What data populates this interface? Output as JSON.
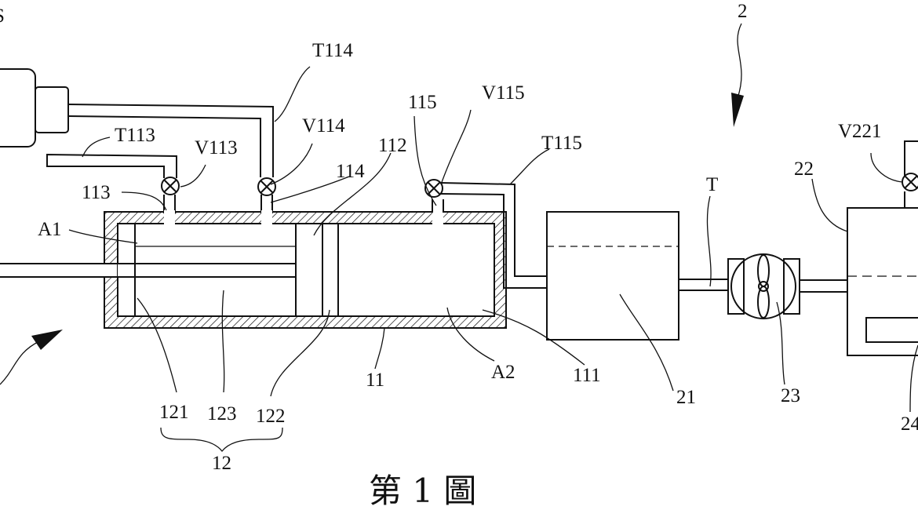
{
  "figure": {
    "caption": "第 1 圖",
    "labels": {
      "S": "S",
      "sys2": "2",
      "T114": "T114",
      "T113": "T113",
      "V113": "V113",
      "V114": "V114",
      "n112": "112",
      "n115": "115",
      "V115": "V115",
      "T115": "T115",
      "n113": "113",
      "n114": "114",
      "A1": "A1",
      "T": "T",
      "V221": "V221",
      "n22": "22",
      "n121": "121",
      "n123": "123",
      "n122": "122",
      "n11": "11",
      "A2": "A2",
      "n111": "111",
      "n21": "21",
      "n23": "23",
      "n24": "24",
      "n12": "12"
    },
    "line_color": "#111111",
    "background": "#ffffff"
  }
}
